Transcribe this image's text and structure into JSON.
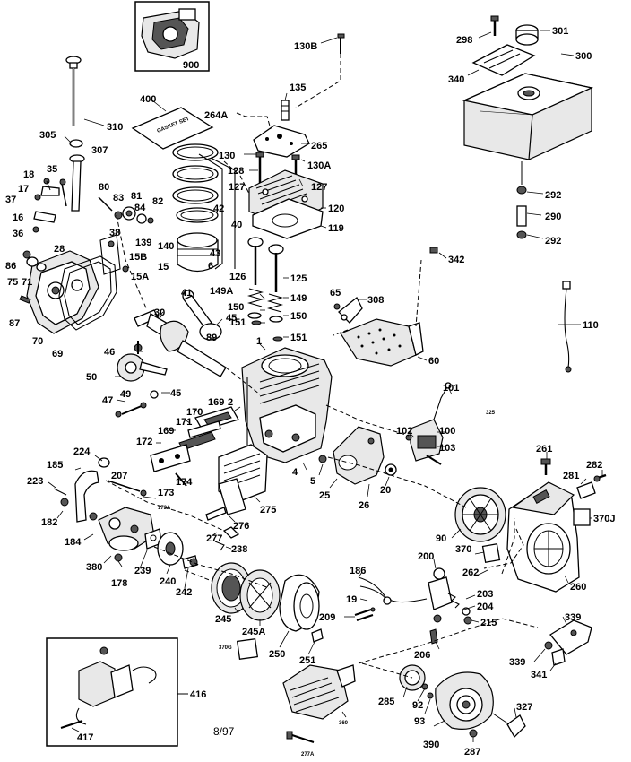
{
  "labels": {
    "l900": "900",
    "l130B": "130B",
    "l298": "298",
    "l301": "301",
    "l300": "300",
    "l340": "340",
    "l135": "135",
    "l400": "400",
    "l264A": "264A",
    "l310": "310",
    "l305": "305",
    "l307": "307",
    "l265": "265",
    "l130": "130",
    "l130A": "130A",
    "l128": "128",
    "l127a": "127",
    "l127b": "127",
    "l120": "120",
    "l119": "119",
    "l42": "42",
    "l40": "40",
    "l43": "43",
    "l6": "6",
    "l18": "18",
    "l35": "35",
    "l17": "17",
    "l37": "37",
    "l16": "16",
    "l36": "36",
    "l28a": "28",
    "l80": "80",
    "l83": "83",
    "l81": "81",
    "l84": "84",
    "l82": "82",
    "l38": "38",
    "l139": "139",
    "l140": "140",
    "l15B": "15B",
    "l15": "15",
    "l15A": "15A",
    "l41": "41",
    "l86": "86",
    "l75": "75",
    "l71": "71",
    "l87": "87",
    "l70": "70",
    "l69": "69",
    "l30": "30",
    "l45a": "45",
    "l292a": "292",
    "l290": "290",
    "l292b": "292",
    "l342": "342",
    "l126": "126",
    "l125": "125",
    "l149A": "149A",
    "l149": "149",
    "l150a": "150",
    "l150b": "150",
    "l151a": "151",
    "l151b": "151",
    "l65": "65",
    "l308": "308",
    "l60": "60",
    "l110": "110",
    "l1": "1",
    "l46": "46",
    "l89": "89",
    "l50": "50",
    "l47": "47",
    "l49": "49",
    "l45b": "45",
    "l169a": "169",
    "l170": "170",
    "l2": "2",
    "l171": "171",
    "l169b": "169",
    "l172": "172",
    "l101": "101",
    "l325": "325",
    "l102": "102",
    "l100": "100",
    "l103": "103",
    "l224": "224",
    "l185": "185",
    "l207": "207",
    "l174": "174",
    "l223": "223",
    "l173": "173",
    "l173A": "173A",
    "l182": "182",
    "l4": "4",
    "l5": "5",
    "l25": "25",
    "l20": "20",
    "l26": "26",
    "l261": "261",
    "l281": "281",
    "l282": "282",
    "l370J": "370J",
    "l275": "275",
    "l276": "276",
    "l277": "277",
    "l238": "238",
    "l184": "184",
    "l380": "380",
    "l178": "178",
    "l239": "239",
    "l240": "240",
    "l242": "242",
    "l90": "90",
    "l370": "370",
    "l200": "200",
    "l262": "262",
    "l260": "260",
    "l186": "186",
    "l19": "19",
    "l203": "203",
    "l204": "204",
    "l215": "215",
    "l209": "209",
    "l206": "206",
    "l245": "245",
    "l245A": "245A",
    "l370G": "370G",
    "l250": "250",
    "l251": "251",
    "l339a": "339",
    "l339b": "339",
    "l341": "341",
    "l416": "416",
    "l417": "417",
    "l285": "285",
    "l92": "92",
    "l93": "93",
    "l327": "327",
    "l360": "360",
    "l390": "390",
    "l287": "287",
    "l277A": "277A",
    "date": "8/97"
  }
}
